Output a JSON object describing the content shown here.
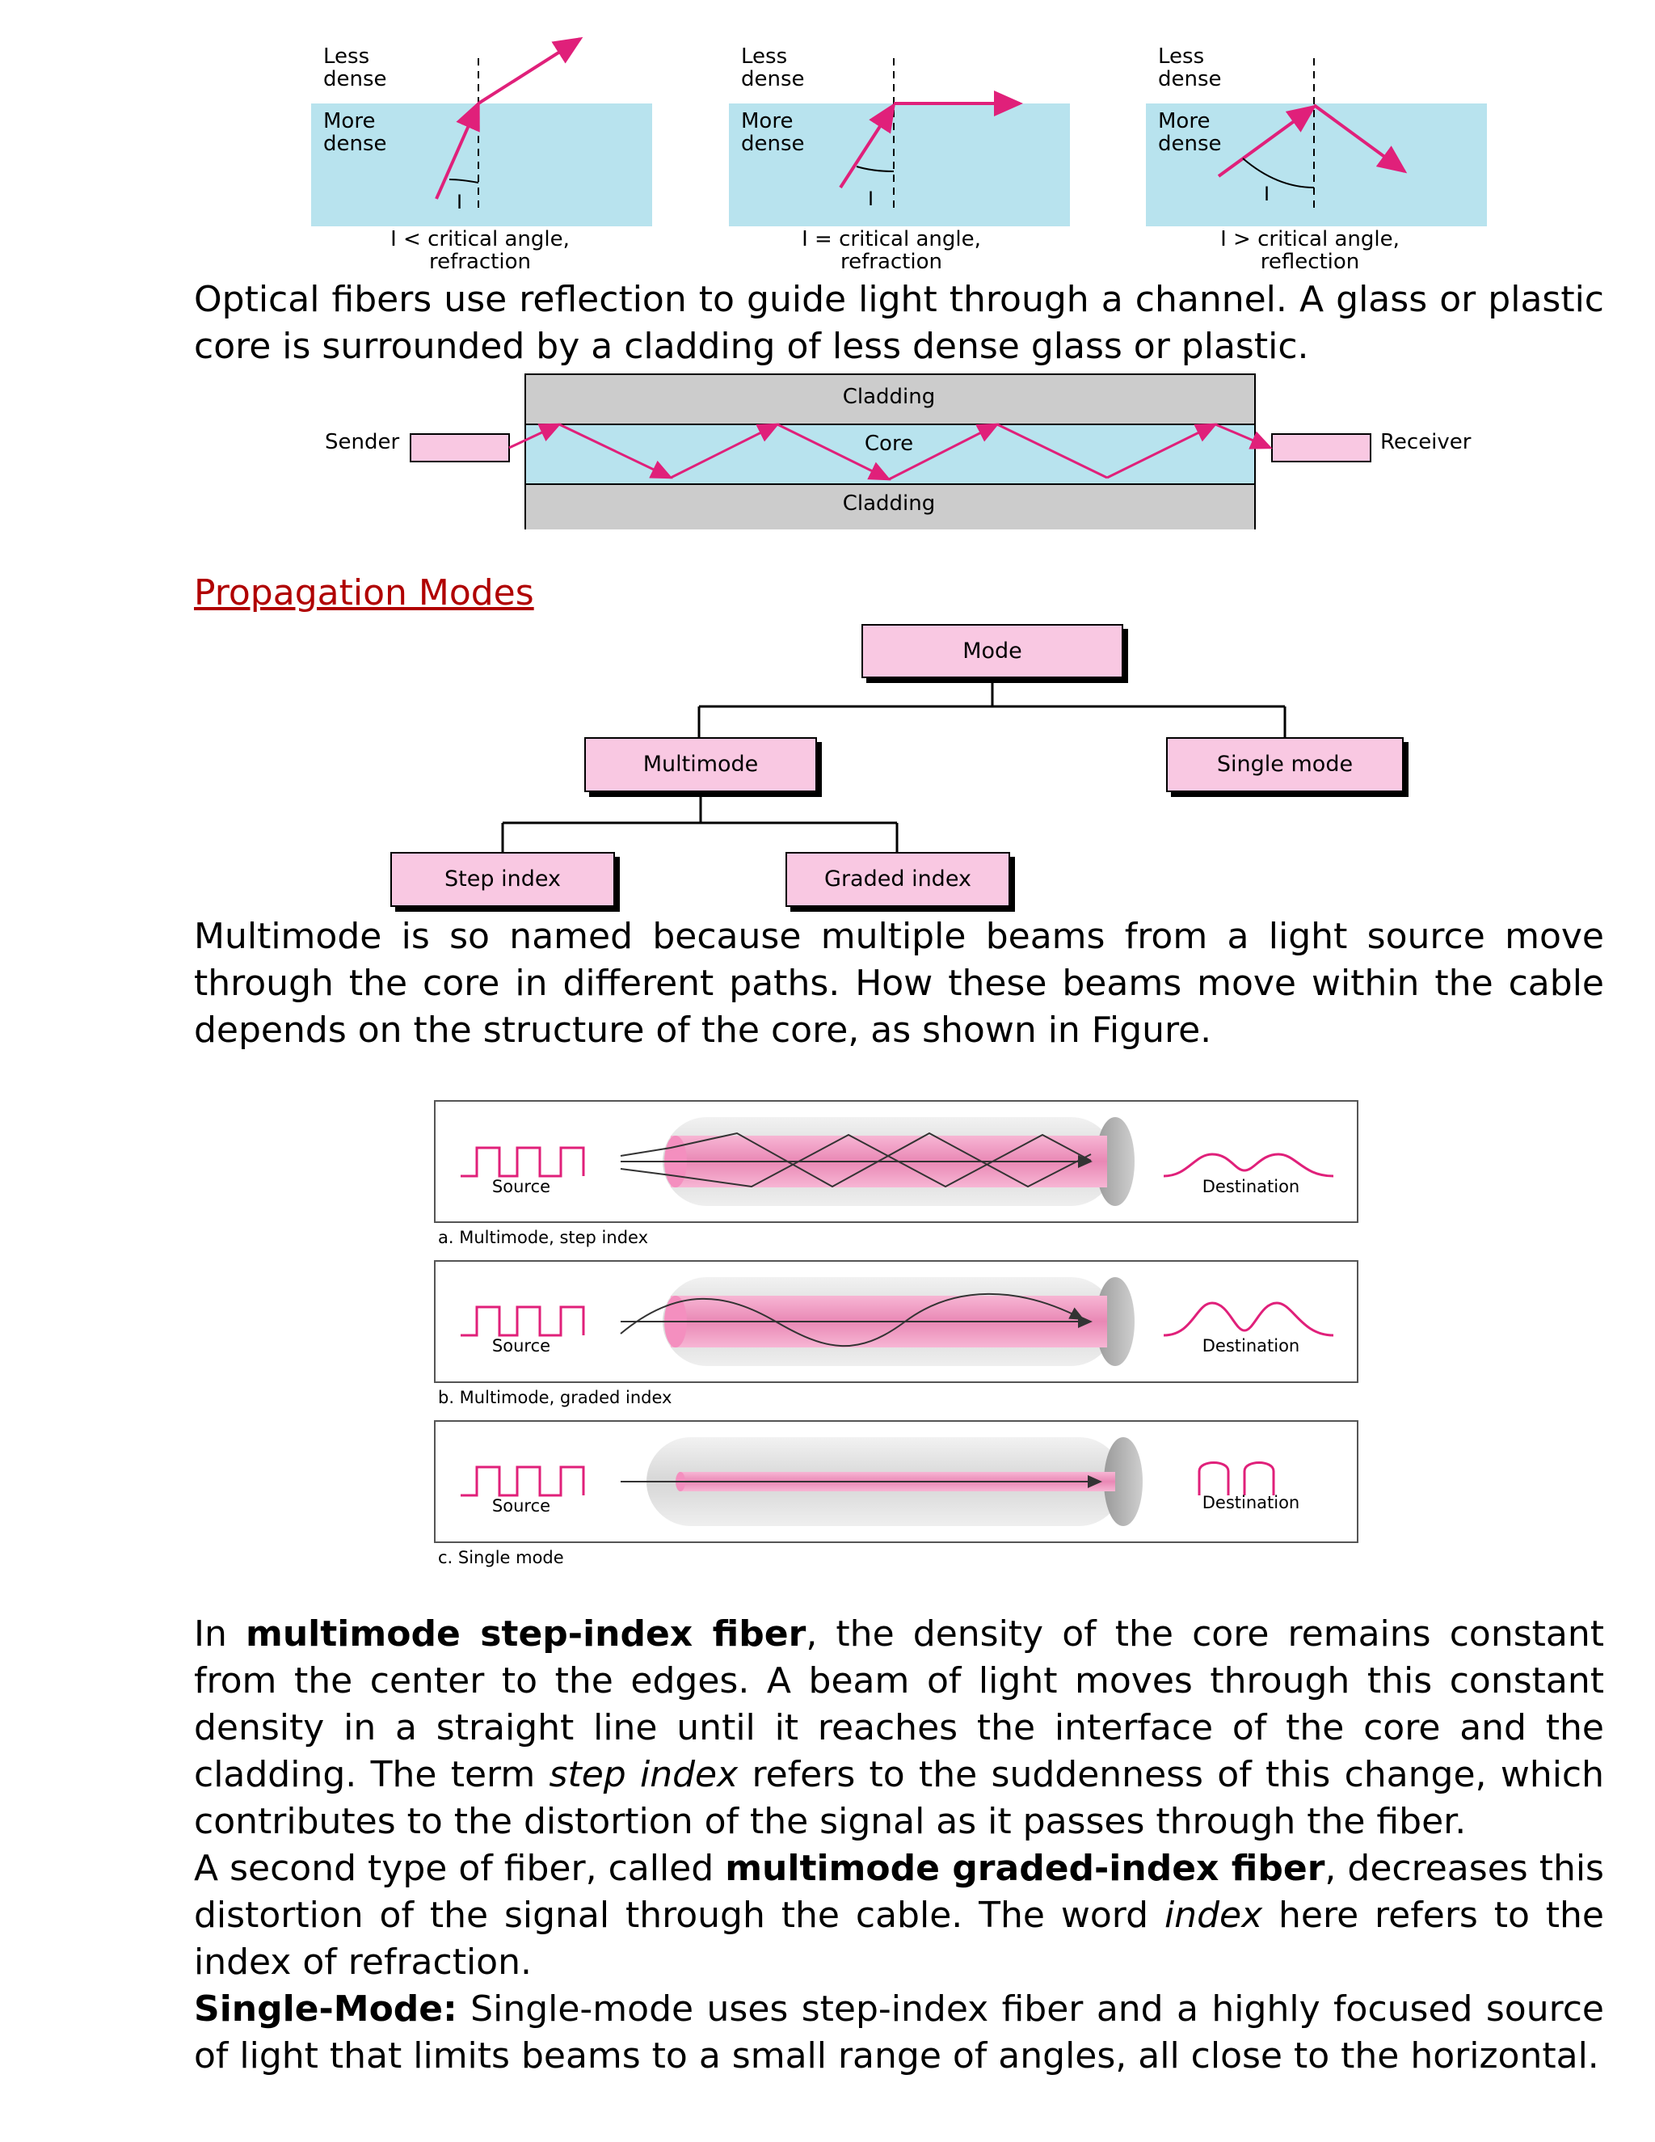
{
  "refraction_figure": {
    "panels": [
      {
        "top_label_1": "Less",
        "top_label_2": "dense",
        "bottom_label_1": "More",
        "bottom_label_2": "dense",
        "angle_symbol": "I",
        "caption_1": "I < critical angle,",
        "caption_2": "refraction"
      },
      {
        "top_label_1": "Less",
        "top_label_2": "dense",
        "bottom_label_1": "More",
        "bottom_label_2": "dense",
        "angle_symbol": "I",
        "caption_1": "I = critical angle,",
        "caption_2": "refraction"
      },
      {
        "top_label_1": "Less",
        "top_label_2": "dense",
        "bottom_label_1": "More",
        "bottom_label_2": "dense",
        "angle_symbol": "I",
        "caption_1": "I > critical angle,",
        "caption_2": "reflection"
      }
    ],
    "colors": {
      "dense_medium": "#b8e3ee",
      "ray": "#e0207a"
    }
  },
  "intro_paragraph": "Optical fibers use reflection to guide light through a channel. A glass or plastic core is surrounded by a cladding of less dense glass or plastic.",
  "fiber_figure": {
    "sender": "Sender",
    "receiver": "Receiver",
    "cladding_top": "Cladding",
    "core": "Core",
    "cladding_bottom": "Cladding",
    "colors": {
      "cladding": "#cccccc",
      "core": "#b8e3ee",
      "box": "#f9c8e2"
    }
  },
  "section_heading": "Propagation Modes",
  "mode_tree": {
    "root": "Mode",
    "multimode": "Multimode",
    "single_mode": "Single mode",
    "step_index": "Step index",
    "graded_index": "Graded index"
  },
  "multimode_paragraph": "Multimode is so named because multiple beams from a light source move through the core in different paths. How these beams move within the cable depends on the structure of the core, as shown in Figure.",
  "propagation_figure": {
    "panels": [
      {
        "source": "Source",
        "destination": "Destination",
        "caption": "a. Multimode, step index"
      },
      {
        "source": "Source",
        "destination": "Destination",
        "caption": "b. Multimode, graded index"
      },
      {
        "source": "Source",
        "destination": "Destination",
        "caption": "c. Single mode"
      }
    ]
  },
  "detail_paragraphs": {
    "p1_bold": "multimode step-index fiber",
    "p1_pre": "In ",
    "p1_post": ", the density of the core remains constant from the center to the edges. A beam of light moves through this constant density in a straight line until it reaches the interface of the core and the cladding. The term ",
    "p1_italic": "step index",
    "p1_end": " refers to the suddenness of this change, which contributes to the distortion of the signal as it passes through the fiber.",
    "p2_pre": "A second type of fiber, called ",
    "p2_bold": "multimode graded-index fiber",
    "p2_mid": ", decreases this distortion of the signal through the cable. The word ",
    "p2_italic": "index",
    "p2_end": " here refers to the index of refraction.",
    "p3_bold": "Single-Mode:",
    "p3_text": " Single-mode uses step-index fiber and a highly focused source of light that limits beams to a small range of angles, all close to the horizontal."
  }
}
